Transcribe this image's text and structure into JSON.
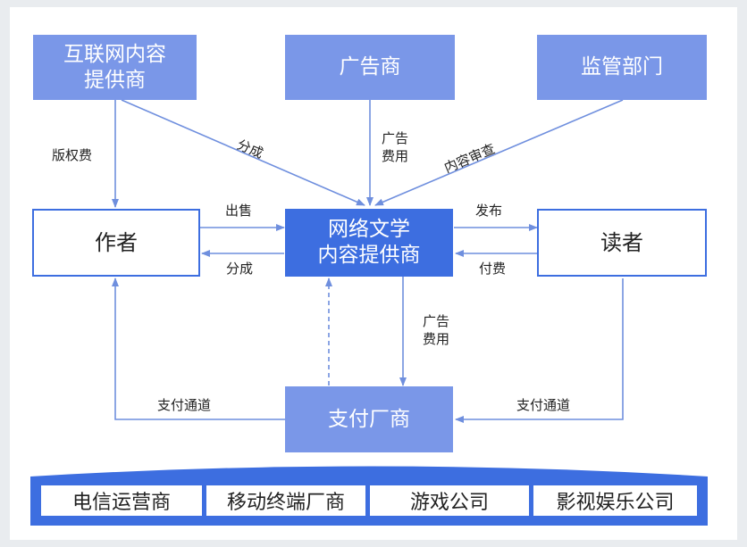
{
  "nodes": {
    "internet_provider": "互联网内容\n提供商",
    "advertiser": "广告商",
    "regulator": "监管部门",
    "author": "作者",
    "platform": "网络文学\n内容提供商",
    "reader": "读者",
    "payment": "支付厂商"
  },
  "edges": {
    "copyright_fee": "版权费",
    "share_top": "分成",
    "ad_fee_top": "广告\n费用",
    "content_review": "内容审查",
    "sell": "出售",
    "share_mid": "分成",
    "publish": "发布",
    "pay": "付费",
    "ad_fee_bottom": "广告\n费用",
    "channel_left": "支付通道",
    "channel_right": "支付通道"
  },
  "bottom_bar": [
    "电信运营商",
    "移动终端厂商",
    "游戏公司",
    "影视娱乐公司"
  ],
  "colors": {
    "primary": "#3d6ee0",
    "light": "#7a97e8",
    "arrow": "#6f8fde"
  }
}
